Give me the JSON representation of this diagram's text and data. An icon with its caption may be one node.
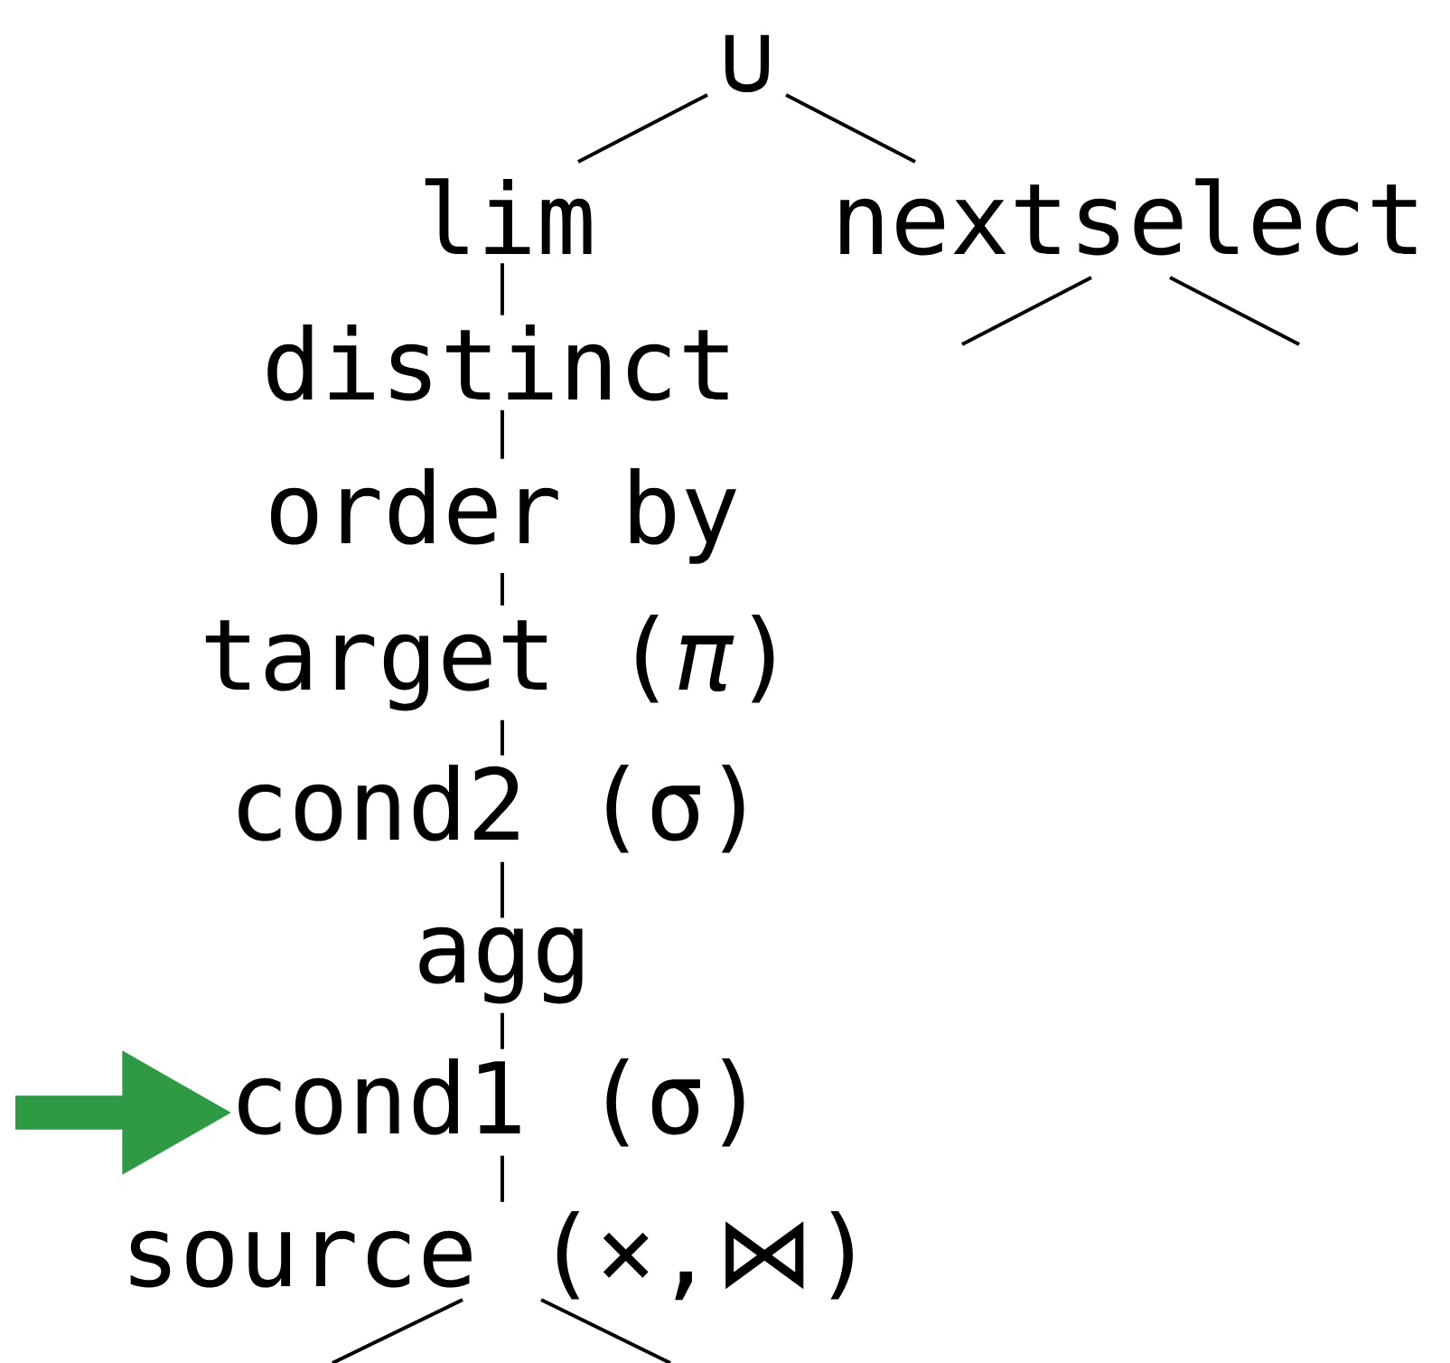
{
  "diagram": {
    "nodes": [
      {
        "text": [
          "∪"
        ]
      },
      {
        "text": [
          "lim"
        ]
      },
      {
        "text": [
          "nextselect"
        ]
      },
      {
        "text": [
          "distinct"
        ]
      },
      {
        "text": [
          "order by"
        ]
      },
      {
        "text": [
          "target (*π*)"
        ]
      },
      {
        "text": [
          "cond2 (σ)"
        ]
      },
      {
        "text": [
          "agg"
        ]
      },
      {
        "text": [
          "cond1 (σ)"
        ]
      },
      {
        "text": [
          "source (×,⋈)"
        ]
      }
    ],
    "edges": [
      {
        "from": 0,
        "to": 1,
        "arrow": "none"
      },
      {
        "from": 0,
        "to": 2,
        "arrow": "none"
      },
      {
        "from": 2,
        "to": null,
        "arrow": "none"
      },
      {
        "from": 2,
        "to": null,
        "arrow": "none"
      },
      {
        "from": 1,
        "to": 3,
        "arrow": "none"
      },
      {
        "from": 3,
        "to": 4,
        "arrow": "none"
      },
      {
        "from": 4,
        "to": 5,
        "arrow": "none"
      },
      {
        "from": 5,
        "to": 6,
        "arrow": "none"
      },
      {
        "from": 6,
        "to": 7,
        "arrow": "none"
      },
      {
        "from": 7,
        "to": 8,
        "arrow": "none"
      },
      {
        "from": 8,
        "to": 9,
        "arrow": "none"
      },
      {
        "from": 9,
        "to": null,
        "arrow": "none"
      },
      {
        "from": 9,
        "to": null,
        "arrow": "none"
      },
      {
        "from": null,
        "to": 8,
        "arrow": "to",
        "style": "thick",
        "color": "#2e9a44"
      }
    ]
  }
}
